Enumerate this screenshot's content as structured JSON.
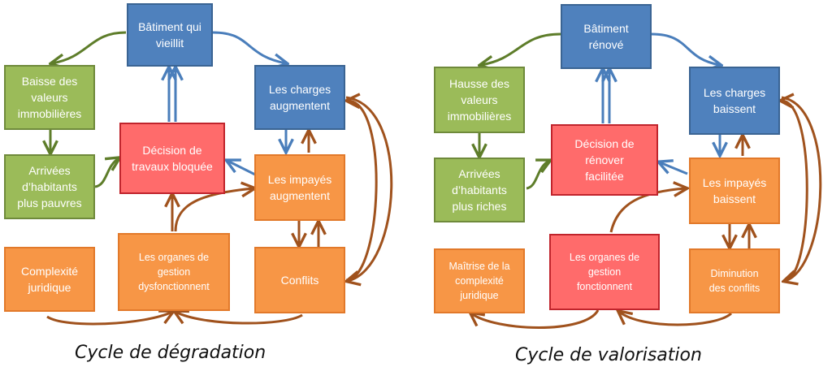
{
  "colors": {
    "blue": "#4f81bd",
    "green": "#9bbb59",
    "orange": "#f79646",
    "red": "#ff6b6b",
    "arrow_blue": "#4a7ebb",
    "arrow_green": "#5e7d2a",
    "arrow_brown": "#a0521d"
  },
  "left": {
    "caption": "Cycle de dégradation",
    "batiment": "Bâtiment qui\nvieillit",
    "baisse_valeurs": "Baisse des\nvaleurs\nimmobilières",
    "charges": "Les charges\naugmentent",
    "decision": "Décision de\ntravaux bloquée",
    "arrivees": "Arrivées\nd’habitants\nplus pauvres",
    "impayes": "Les impayés\naugmentent",
    "complexite": "Complexité\njuridique",
    "organes": "Les organes de\ngestion\ndysfonctionnent",
    "conflits": "Conflits"
  },
  "right": {
    "caption": "Cycle de valorisation",
    "batiment": "Bâtiment\nrénové",
    "hausse_valeurs": "Hausse des\nvaleurs\nimmobilières",
    "charges": "Les charges\nbaissent",
    "decision": "Décision de\nrénover\nfacilitée",
    "arrivees": "Arrivées\nd’habitants\nplus riches",
    "impayes": "Les impayés\nbaissent",
    "maitrise": "Maîtrise de la\ncomplexité\njuridique",
    "organes": "Les organes de\ngestion\nfonctionnent",
    "diminution": "Diminution\ndes conflits"
  }
}
